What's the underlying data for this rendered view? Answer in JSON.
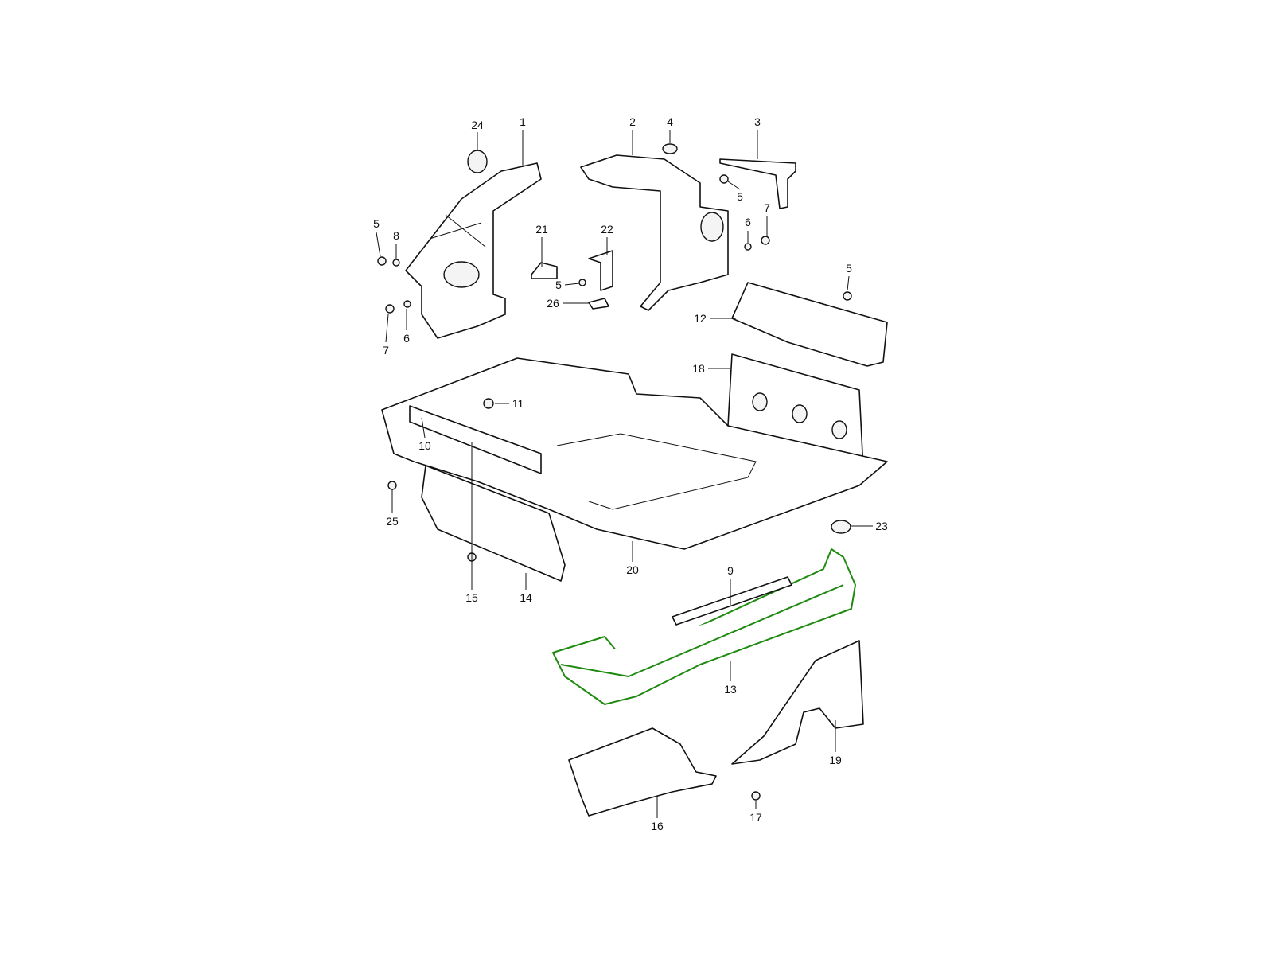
{
  "diagram": {
    "highlight_color": "#1e8a10",
    "line_color": "#111111",
    "highlighted_part": "13",
    "labels": [
      "24",
      "1",
      "2",
      "4",
      "3",
      "5",
      "6",
      "7",
      "5",
      "8",
      "7",
      "6",
      "21",
      "22",
      "5",
      "26",
      "5",
      "12",
      "18",
      "11",
      "10",
      "25",
      "15",
      "14",
      "20",
      "23",
      "9",
      "13",
      "19",
      "16",
      "17"
    ]
  }
}
